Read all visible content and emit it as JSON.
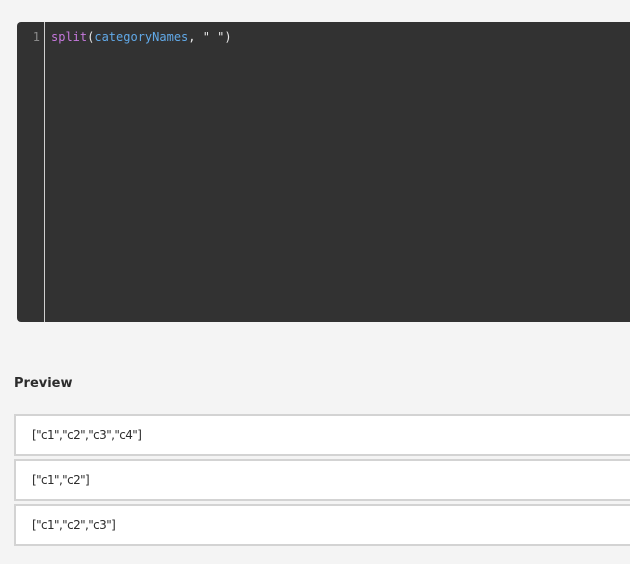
{
  "editor": {
    "line_number": "1",
    "tokens": {
      "fn": "split",
      "open_paren": "(",
      "arg": "categoryNames",
      "comma": ", ",
      "str": "\" \"",
      "close_paren": ")"
    }
  },
  "preview": {
    "title": "Preview",
    "rows": [
      "[\"c1\",\"c2\",\"c3\",\"c4\"]",
      "[\"c1\",\"c2\"]",
      "[\"c1\",\"c2\",\"c3\"]"
    ]
  }
}
